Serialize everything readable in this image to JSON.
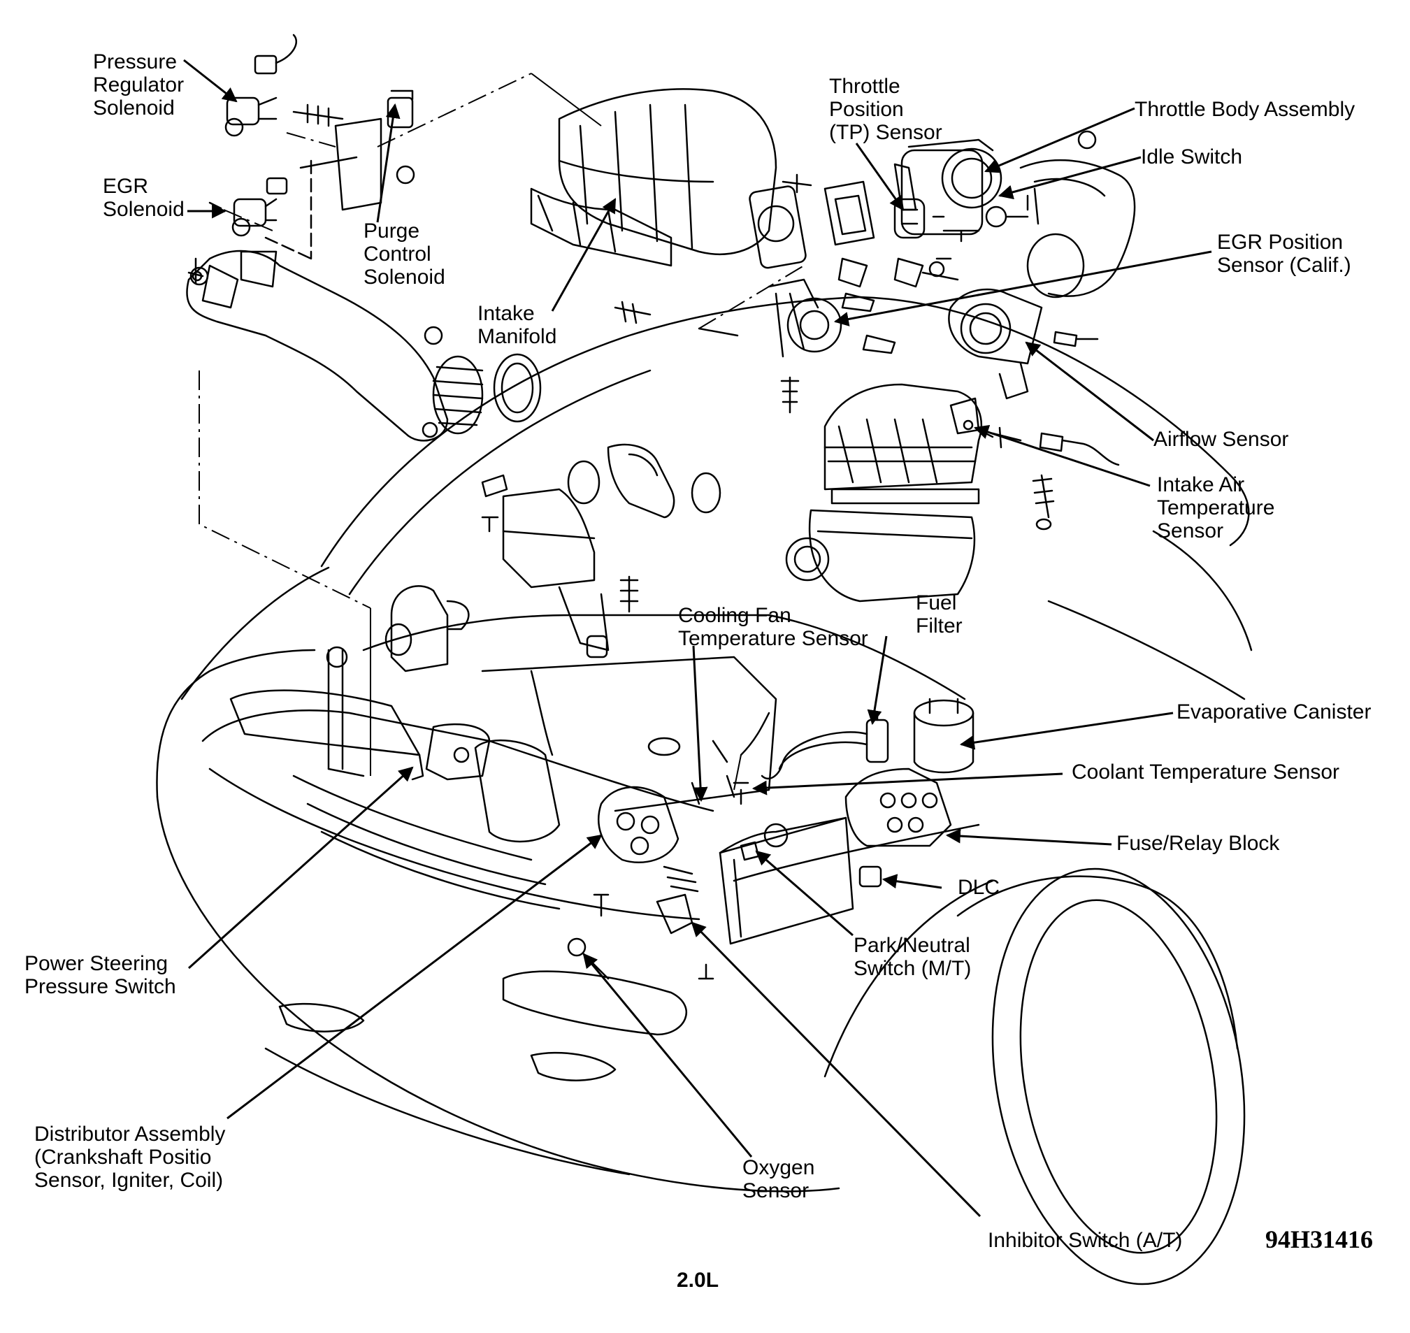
{
  "labels": {
    "pressure_regulator_solenoid": "Pressure\nRegulator\nSolenoid",
    "egr_solenoid": "EGR\nSolenoid",
    "purge_control_solenoid": "Purge\nControl\nSolenoid",
    "intake_manifold": "Intake\nManifold",
    "tp_sensor": "Throttle\nPosition\n(TP) Sensor",
    "throttle_body_assembly": "Throttle Body Assembly",
    "idle_switch": "Idle Switch",
    "egr_position_sensor": "EGR Position\nSensor (Calif.)",
    "airflow_sensor": "Airflow Sensor",
    "intake_air_temperature_sensor": "Intake Air\nTemperature\nSensor",
    "cooling_fan_temperature_sensor": "Cooling Fan\nTemperature Sensor",
    "fuel_filter": "Fuel\nFilter",
    "evaporative_canister": "Evaporative Canister",
    "coolant_temperature_sensor": "Coolant Temperature Sensor",
    "fuse_relay_block": "Fuse/Relay Block",
    "dlc": "DLC",
    "park_neutral_switch": "Park/Neutral\nSwitch (M/T)",
    "power_steering_pressure_switch": "Power Steering\nPressure Switch",
    "distributor_assembly": "Distributor Assembly\n(Crankshaft Positio\nSensor, Igniter, Coil)",
    "oxygen_sensor": "Oxygen\nSensor",
    "inhibitor_switch": "Inhibitor Switch (A/T)"
  },
  "figure_code": "94H31416",
  "caption": "2.0L"
}
